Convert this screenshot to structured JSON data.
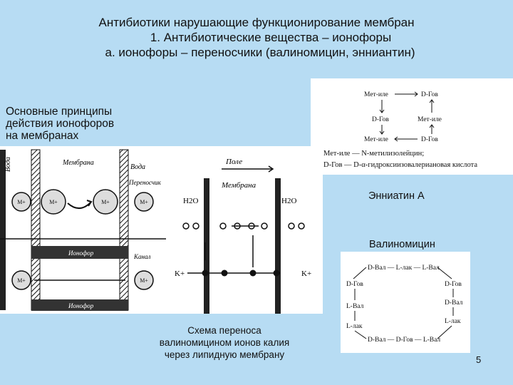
{
  "title": {
    "line1": "Антибиотики нарушающие функционирование мембран",
    "line2": "1. Антибиотические вещества – ионофоры",
    "line3": "а. ионофоры – переносчики (валиномицин, энниантин)"
  },
  "principles": {
    "line1": "Основные принципы",
    "line2": "действия ионофоров",
    "line3": "на мембранах"
  },
  "left_figure": {
    "water_left": "Вода",
    "membrane": "Мембрана",
    "water_right": "Вода",
    "carrier": "Переносчик",
    "channel": "Канал",
    "ionophore": "Ионофор",
    "ion": "М+"
  },
  "middle_figure": {
    "field": "Поле",
    "membrane": "Мембрана",
    "h2o_left": "H2O",
    "h2o_right": "H2O",
    "k_left": "K+",
    "k_right": "K+"
  },
  "caption": {
    "line1": "Схема переноса",
    "line2": "валиномицином ионов калия",
    "line3": "через липидную мембрану"
  },
  "enniatin_structure": {
    "cells": [
      "Мет-иле",
      "D-Гов",
      "D-Гов",
      "Мет-иле",
      "Мет-иле",
      "D-Гов"
    ],
    "legend1": "Мет-иле — N-метилизолейцин;",
    "legend2": "D-Гов — D-α-гидроксиизовалериановая кислота"
  },
  "enniatin_label": "Энниатин А",
  "valinomycin_label": "Валиномицин",
  "valinomycin_structure": {
    "top": "D-Вал — L-лак — L-Вал",
    "bottom": "D-Вал — D-Гов — L-Вал",
    "left": [
      "D-Гов",
      "L-Вал",
      "L-лак"
    ],
    "right": [
      "D-Гов",
      "D-Вал",
      "L-лак"
    ]
  },
  "page_number": "5"
}
